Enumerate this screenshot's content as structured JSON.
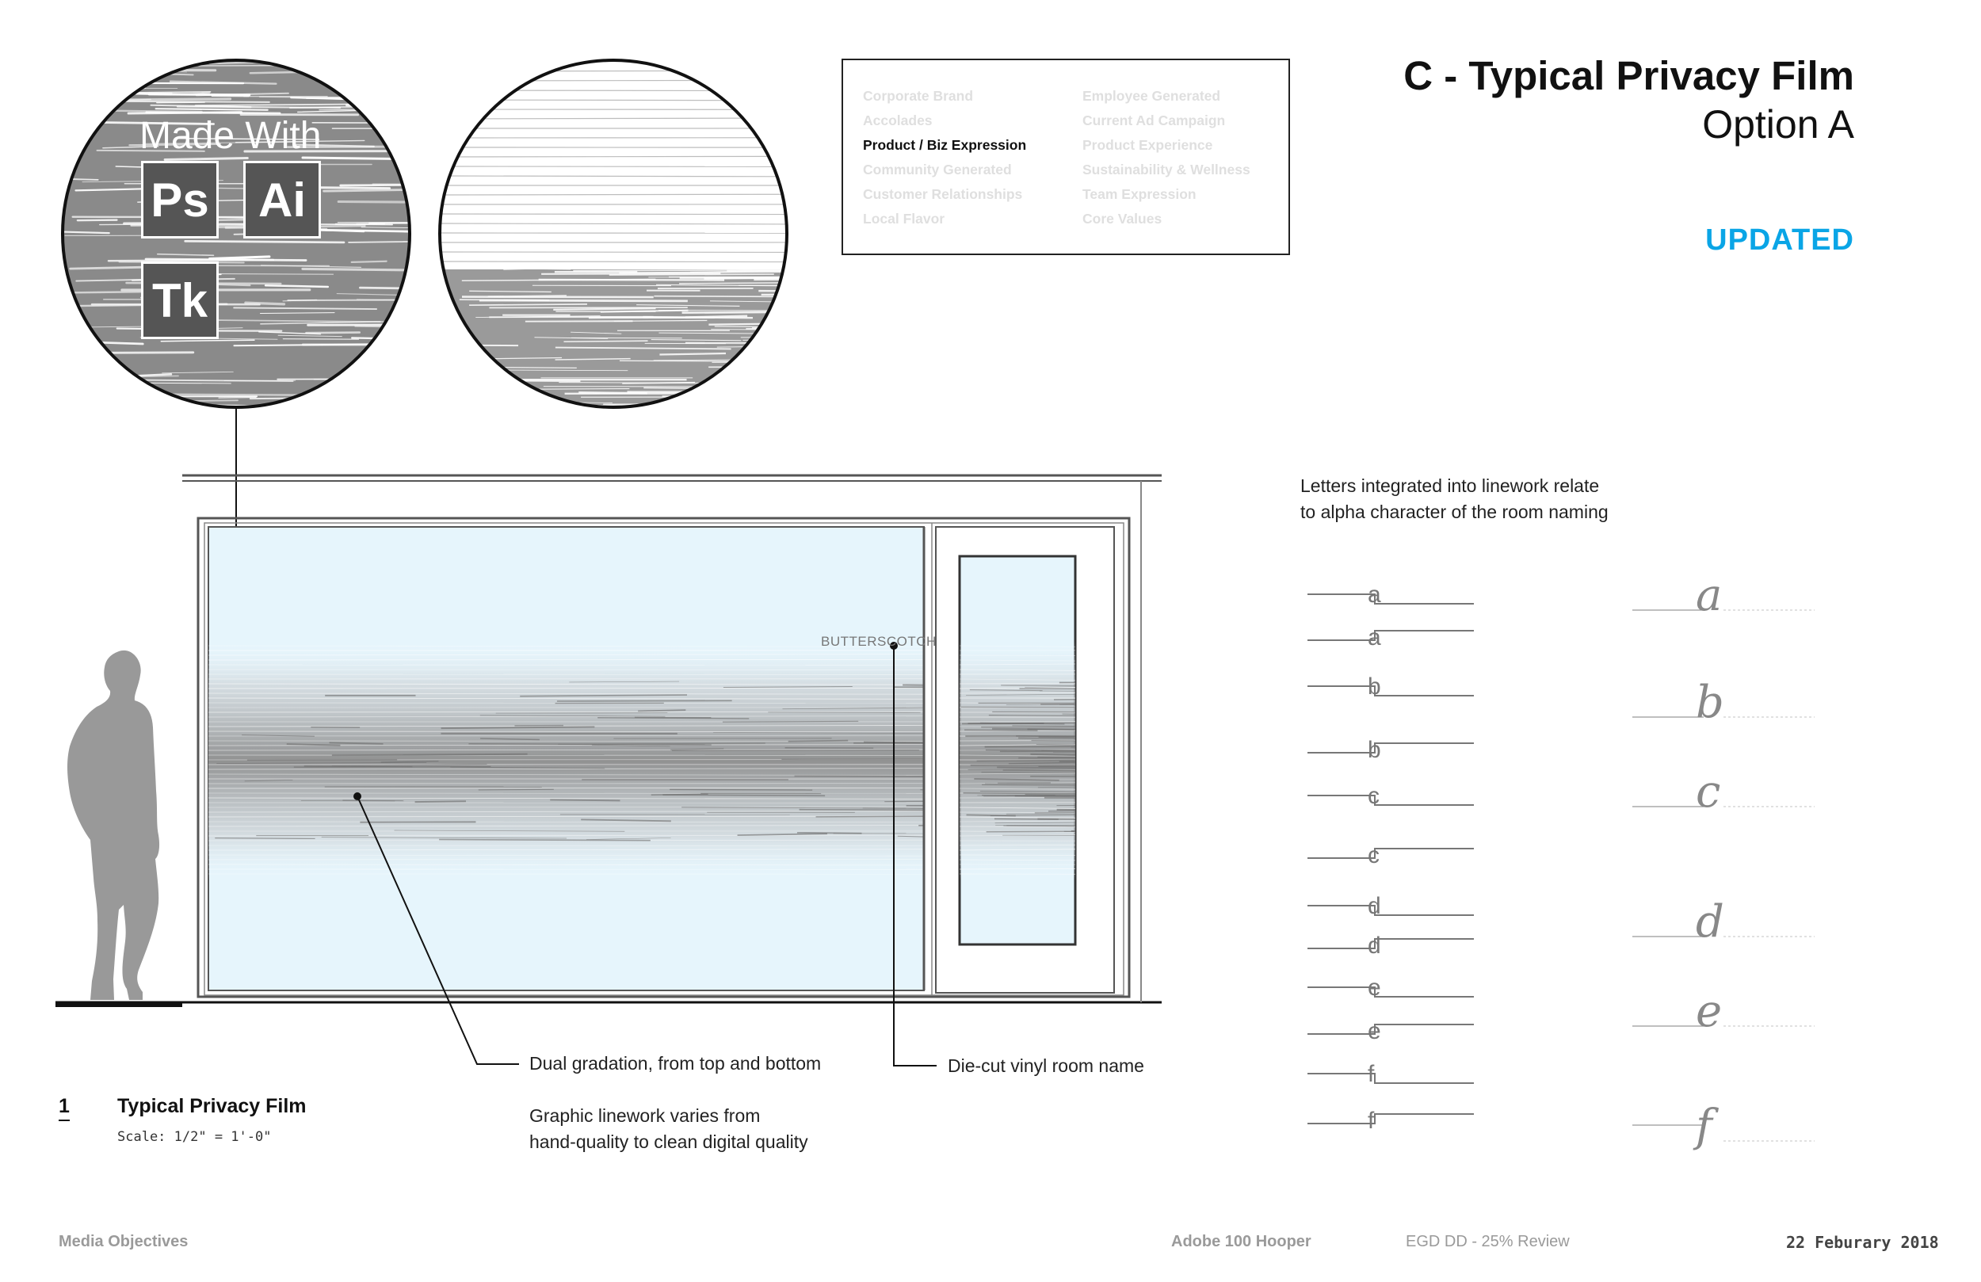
{
  "header": {
    "title": "C - Typical Privacy Film",
    "subtitle": "Option A",
    "status": "UPDATED",
    "status_color": "#0aa5e6"
  },
  "legend": {
    "left_column": [
      "Corporate Brand",
      "Accolades",
      "Product / Biz Expression",
      "Community Generated",
      "Customer Relationships",
      "Local Flavor"
    ],
    "right_column": [
      "Employee Generated",
      "Current Ad Campaign",
      "Product Experience",
      "Sustainability & Wellness",
      "Team Expression",
      "Core Values"
    ],
    "active_item": "Product / Biz Expression"
  },
  "logo_circle": {
    "title": "Made With",
    "badges": [
      "Ps",
      "Ai",
      "Tk"
    ]
  },
  "elevation": {
    "room_name": "BUTTERSCOTCH",
    "glass_color": "#e6f5fc"
  },
  "annotations": {
    "gradation": "Dual gradation, from top and bottom",
    "linework_line1": "Graphic linework varies from",
    "linework_line2": "hand-quality to clean digital quality",
    "vinyl": "Die-cut vinyl room name",
    "letters_line1": "Letters integrated into linework relate",
    "letters_line2": "to alpha character of the room naming"
  },
  "letters": [
    "a",
    "b",
    "c",
    "d",
    "e",
    "f"
  ],
  "figure": {
    "number": "1",
    "title": "Typical Privacy Film",
    "scale": "Scale: 1/2\" = 1'-0\""
  },
  "footer": {
    "section": "Media Objectives",
    "project": "Adobe 100 Hooper",
    "review": "EGD DD - 25%  Review",
    "date": "22 Feburary 2018"
  }
}
